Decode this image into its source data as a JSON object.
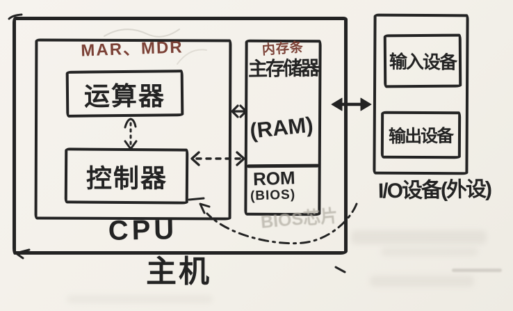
{
  "diagram": {
    "title_note": "hand-drawn computer architecture sketch",
    "host": {
      "label": "主机"
    },
    "cpu": {
      "label": "CPU",
      "register_annotation": "MAR、MDR",
      "alu_label": "运算器",
      "control_unit_label": "控制器"
    },
    "memory": {
      "stick_annotation": "内存条",
      "title": "主存储器",
      "ram_label": "(RAM)",
      "rom_label": "ROM",
      "rom_sub_label": "(BIOS)",
      "pencil_note": "BIOS芯片"
    },
    "io": {
      "input_device_label": "输入设备",
      "output_device_label": "输出设备",
      "caption": "I/O设备(外设)"
    },
    "colors": {
      "ink": "#232323",
      "red_ink": "#7b4136",
      "pencil_gray": "#b3afa5",
      "paper": "#f4f1ea"
    },
    "arrows": {
      "alu_cu": "dashed vertical double arrow",
      "cpu_memory": "small solid double arrow",
      "cu_memory": "dashed horizontal double arrow",
      "host_io": "solid thick double arrow",
      "bios_connector": "dash-dot curve pointing to control unit"
    }
  }
}
